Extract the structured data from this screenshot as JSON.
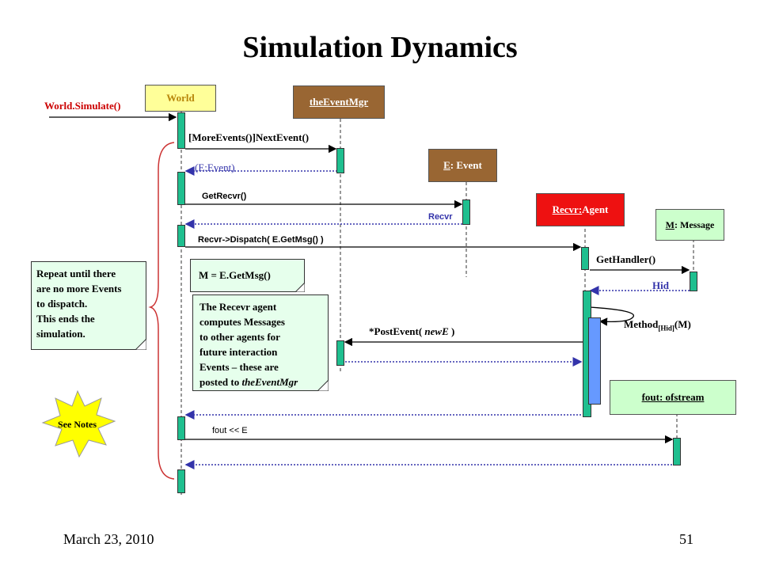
{
  "title": "Simulation Dynamics",
  "call_label": "World.Simulate()",
  "objects": {
    "world": "World",
    "event_mgr": "theEventMgr",
    "event_prefix": "E",
    "event_suffix": ": Event",
    "agent_prefix": "Recvr:",
    "agent_suffix": " Agent",
    "message_prefix": "M",
    "message_suffix": ": Message",
    "ofstream": "fout: ofstream"
  },
  "messages": {
    "next_event": "[MoreEvents()]NextEvent()",
    "event_return": "(E:Event)",
    "get_recvr": "GetRecvr()",
    "recvr_return": "Recvr",
    "dispatch": "Recvr->Dispatch(  E.GetMsg() )",
    "get_handler": "GetHandler()",
    "hid_return": "Hid",
    "method_prefix": "Method",
    "method_sub": "[Hid]",
    "method_suffix": "(M)",
    "post_event_prefix": "*PostEvent( ",
    "post_event_italic": "newE",
    "post_event_suffix": " )",
    "fout": "fout << E"
  },
  "notes": {
    "repeat": [
      "Repeat until there",
      "are no more Events",
      "to dispatch.",
      "This ends the",
      "simulation."
    ],
    "getmsg": "M  =  E.GetMsg()",
    "recevr": [
      "The Recevr agent",
      "computes Messages",
      "to other agents for",
      "future interaction",
      "Events – these are"
    ],
    "recevr_last_prefix": "posted to ",
    "recevr_last_italic": "theEventMgr"
  },
  "see_notes": "See Notes",
  "footer": {
    "date": "March 23, 2010",
    "page": "51"
  },
  "colors": {
    "world_box": "#ffff99",
    "world_text": "#b8860b",
    "event_mgr_box": "#996633",
    "event_box": "#996633",
    "agent_box": "#ee1111",
    "message_box": "#ccffcc",
    "ofstream_box": "#ccffcc",
    "activation": "#1fbf8f",
    "method_bar": "#6699ff",
    "return_arrow": "#3333aa",
    "call_label": "#cc0000",
    "brace": "#cc3333",
    "star": "#ffff00"
  }
}
